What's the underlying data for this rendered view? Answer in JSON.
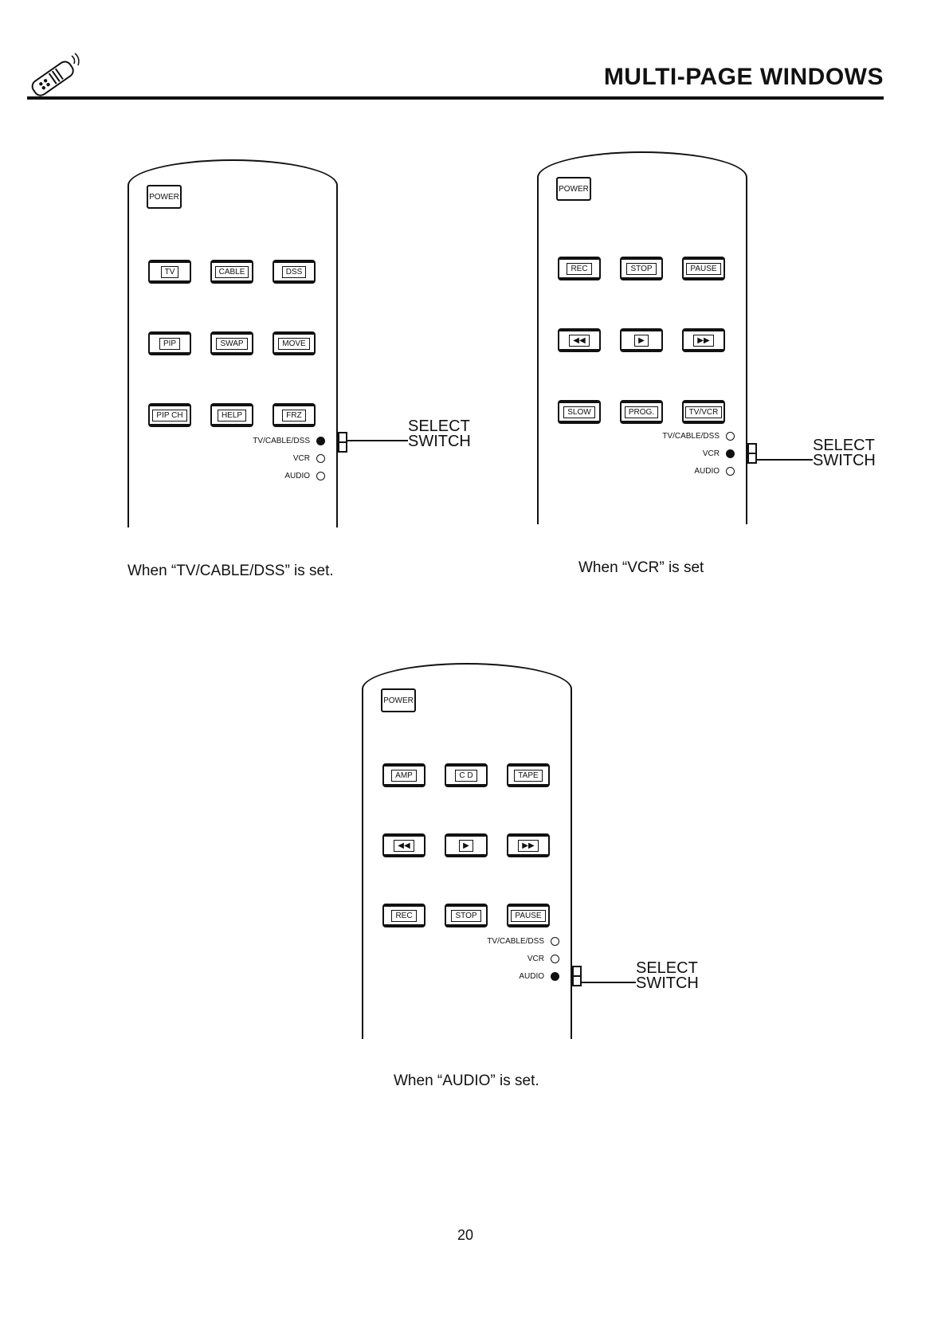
{
  "header": {
    "title": "MULTI-PAGE WINDOWS"
  },
  "panels": [
    {
      "power": "POWER",
      "rows": [
        [
          "TV",
          "CABLE",
          "DSS"
        ],
        [
          "PIP",
          "SWAP",
          "MOVE"
        ],
        [
          "PIP CH",
          "HELP",
          "FRZ"
        ]
      ],
      "leds": [
        {
          "label": "TV/CABLE/DSS",
          "on": true
        },
        {
          "label": "VCR",
          "on": false
        },
        {
          "label": "AUDIO",
          "on": false
        }
      ],
      "select_label": "SELECT\nSWITCH",
      "caption": "When “TV/CABLE/DSS” is set."
    },
    {
      "power": "POWER",
      "rows": [
        [
          "REC",
          "STOP",
          "PAUSE"
        ],
        [
          "◀◀",
          "▶",
          "▶▶"
        ],
        [
          "SLOW",
          "PROG.",
          "TV/VCR"
        ]
      ],
      "leds": [
        {
          "label": "TV/CABLE/DSS",
          "on": false
        },
        {
          "label": "VCR",
          "on": true
        },
        {
          "label": "AUDIO",
          "on": false
        }
      ],
      "select_label": "SELECT\nSWITCH",
      "caption": "When “VCR” is set"
    },
    {
      "power": "POWER",
      "rows": [
        [
          "AMP",
          "C D",
          "TAPE"
        ],
        [
          "◀◀",
          "▶",
          "▶▶"
        ],
        [
          "REC",
          "STOP",
          "PAUSE"
        ]
      ],
      "leds": [
        {
          "label": "TV/CABLE/DSS",
          "on": false
        },
        {
          "label": "VCR",
          "on": false
        },
        {
          "label": "AUDIO",
          "on": true
        }
      ],
      "select_label": "SELECT\nSWITCH",
      "caption": "When “AUDIO” is set."
    }
  ],
  "page_number": "20"
}
